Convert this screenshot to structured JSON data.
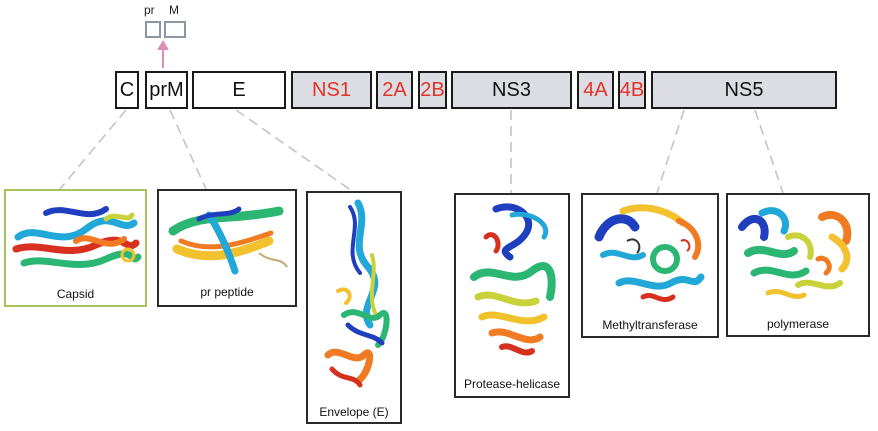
{
  "cleavage": {
    "pr_label": "pr",
    "m_label": "M"
  },
  "segments": [
    {
      "key": "c",
      "label": "C",
      "kind": "struct",
      "color": "#111111"
    },
    {
      "key": "prm",
      "label": "prM",
      "kind": "struct",
      "color": "#111111"
    },
    {
      "key": "e",
      "label": "E",
      "kind": "struct",
      "color": "#111111"
    },
    {
      "key": "ns1",
      "label": "NS1",
      "kind": "ns",
      "color": "#e2332a"
    },
    {
      "key": "2a",
      "label": "2A",
      "kind": "ns",
      "color": "#e2332a"
    },
    {
      "key": "2b",
      "label": "2B",
      "kind": "ns",
      "color": "#e2332a"
    },
    {
      "key": "ns3",
      "label": "NS3",
      "kind": "ns",
      "color": "#111111"
    },
    {
      "key": "4a",
      "label": "4A",
      "kind": "ns",
      "color": "#e2332a"
    },
    {
      "key": "4b",
      "label": "4B",
      "kind": "ns",
      "color": "#e2332a"
    },
    {
      "key": "ns5",
      "label": "NS5",
      "kind": "ns",
      "color": "#111111"
    }
  ],
  "structures": [
    {
      "key": "capsid",
      "caption": "Capsid"
    },
    {
      "key": "pr",
      "caption": "pr peptide"
    },
    {
      "key": "envelope",
      "caption": "Envelope (E)"
    },
    {
      "key": "protease",
      "caption": "Protease-helicase"
    },
    {
      "key": "mtase",
      "caption": "Methyltransferase"
    },
    {
      "key": "pol",
      "caption": "polymerase"
    }
  ],
  "colors": {
    "ns_fill": "#dcdde3",
    "border": "#1a1a1a",
    "arrow": "#e08bb8",
    "dash": "#c4c4c4",
    "capsid_border": "#a5c35a",
    "ribbon": [
      "#1f3fbf",
      "#21a7d8",
      "#2bb673",
      "#c8d23a",
      "#f2c12e",
      "#f07b22",
      "#d7301f"
    ]
  }
}
